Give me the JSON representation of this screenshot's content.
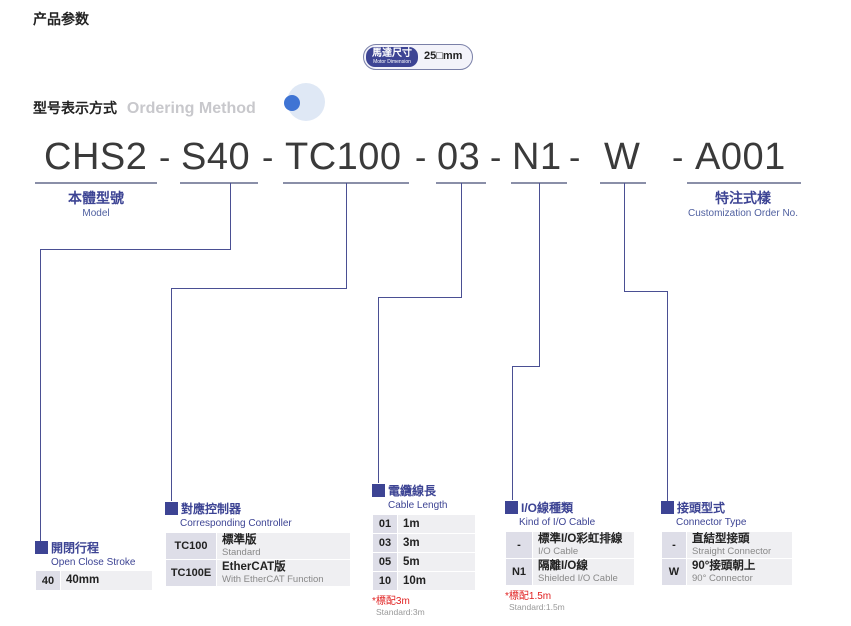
{
  "section_params": {
    "title": "产品参数"
  },
  "motor_pill": {
    "tag_cn": "馬達尺寸",
    "tag_en": "Motor Dimension",
    "value": "25□mm"
  },
  "section_ordering": {
    "title_cn": "型号表示方式",
    "title_en": "Ordering Method"
  },
  "code_parts": [
    "CHS2",
    "S40",
    "TC100",
    "03",
    "N1",
    "W",
    "A001"
  ],
  "code_separator": "-",
  "model_label": {
    "cn": "本體型號",
    "en": "Model"
  },
  "custom_label": {
    "cn": "特注式樣",
    "en": "Customization Order No."
  },
  "blocks": {
    "stroke": {
      "title_cn": "開閉行程",
      "title_en": "Open Close Stroke",
      "rows": [
        {
          "key": "40",
          "cn": "40mm"
        }
      ]
    },
    "controller": {
      "title_cn": "對應控制器",
      "title_en": "Corresponding Controller",
      "rows": [
        {
          "key": "TC100",
          "cn": "標準版",
          "en": "Standard"
        },
        {
          "key": "TC100E",
          "cn": "EtherCAT版",
          "en": "With EtherCAT Function"
        }
      ]
    },
    "cable": {
      "title_cn": "電纜線長",
      "title_en": "Cable Length",
      "rows": [
        {
          "key": "01",
          "cn": "1m"
        },
        {
          "key": "03",
          "cn": "3m"
        },
        {
          "key": "05",
          "cn": "5m"
        },
        {
          "key": "10",
          "cn": "10m"
        }
      ],
      "note": "*標配3m",
      "note_en": "Standard:3m"
    },
    "io": {
      "title_cn": "I/O線種類",
      "title_en": "Kind of I/O Cable",
      "rows": [
        {
          "key": "-",
          "cn": "標準I/O彩虹排線",
          "en": "I/O Cable"
        },
        {
          "key": "N1",
          "cn": "隔離I/O線",
          "en": "Shielded I/O Cable"
        }
      ],
      "note": "*標配1.5m",
      "note_en": "Standard:1.5m"
    },
    "connector": {
      "title_cn": "接頭型式",
      "title_en": "Connector Type",
      "rows": [
        {
          "key": "-",
          "cn": "直結型接頭",
          "en": "Straight Connector"
        },
        {
          "key": "W",
          "cn": "90°接頭朝上",
          "en": "90° Connector"
        }
      ]
    }
  }
}
